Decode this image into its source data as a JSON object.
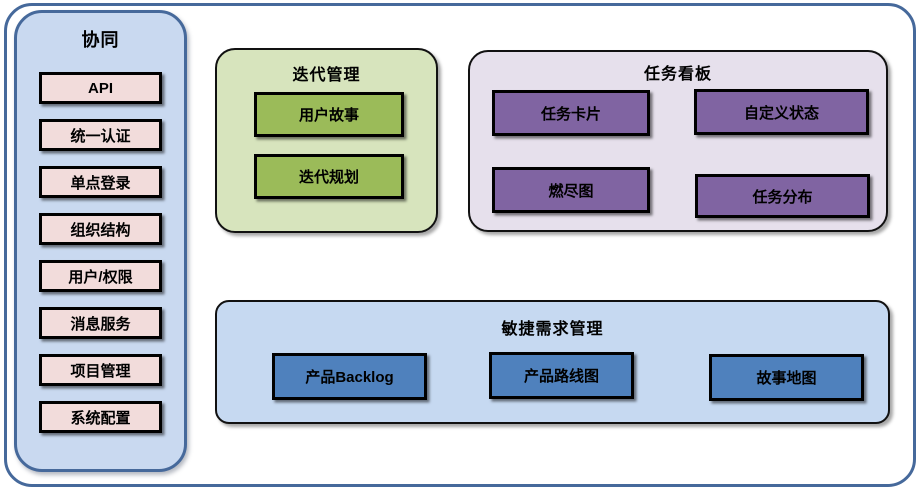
{
  "diagram": {
    "sidebar": {
      "title": "协同",
      "items": [
        "API",
        "统一认证",
        "单点登录",
        "组织结构",
        "用户/权限",
        "消息服务",
        "项目管理",
        "系统配置"
      ]
    },
    "panels": {
      "iteration": {
        "title": "迭代管理",
        "items": [
          "用户故事",
          "迭代规划"
        ]
      },
      "kanban": {
        "title": "任务看板",
        "items": [
          "任务卡片",
          "自定义状态",
          "燃尽图",
          "任务分布"
        ]
      },
      "requirements": {
        "title": "敏捷需求管理",
        "items": [
          "产品Backlog",
          "产品路线图",
          "故事地图"
        ]
      }
    },
    "colors": {
      "frame_border": "#46699b",
      "sidebar_fill": "#c9d9f0",
      "sidebar_item_fill": "#f2dcdb",
      "iteration_panel_fill": "#d7e4bd",
      "iteration_item_fill": "#9bbb59",
      "kanban_panel_fill": "#e6e0ec",
      "kanban_item_fill": "#8064a2",
      "requirements_panel_fill": "#c6d9f1",
      "requirements_item_fill": "#4f81bd",
      "item_border": "#000000"
    }
  }
}
